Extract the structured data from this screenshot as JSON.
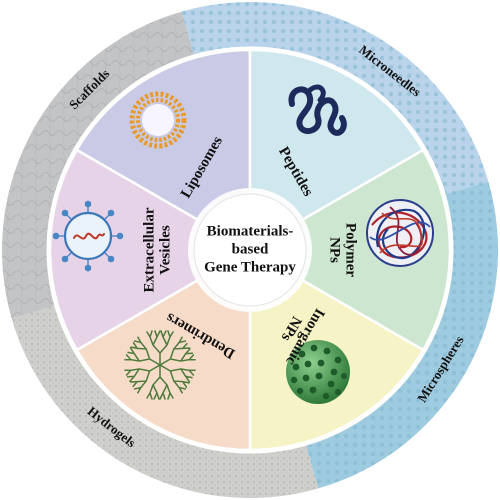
{
  "center": {
    "lines": [
      "Biomaterials-",
      "based",
      "Gene Therapy"
    ]
  },
  "sectors": [
    {
      "lines": [
        "Liposomes"
      ],
      "color": "#c9cae6",
      "icon": "liposome-icon"
    },
    {
      "lines": [
        "Peptides"
      ],
      "color": "#cfe8ee",
      "icon": "peptide-icon"
    },
    {
      "lines": [
        "Polymer",
        "NPs"
      ],
      "color": "#cde6cf",
      "icon": "polymer-nanoparticle-icon"
    },
    {
      "lines": [
        "Inorganic",
        "NPs"
      ],
      "color": "#f6f4c6",
      "icon": "inorganic-nanoparticle-icon"
    },
    {
      "lines": [
        "Dendrimers"
      ],
      "color": "#f6dcc8",
      "icon": "dendrimer-icon"
    },
    {
      "lines": [
        "Extracellular",
        "Vesicles"
      ],
      "color": "#e6d3e8",
      "icon": "extracellular-vesicle-icon"
    }
  ],
  "outer_ring": [
    {
      "label": "Microneedles",
      "color": "#b9d4ea"
    },
    {
      "label": "Microspheres",
      "color": "#9fcbe0"
    },
    {
      "label": "Hydrogels",
      "color": "#cfcfcc"
    },
    {
      "label": "Scaffolds",
      "color": "#c2c4c6"
    }
  ]
}
